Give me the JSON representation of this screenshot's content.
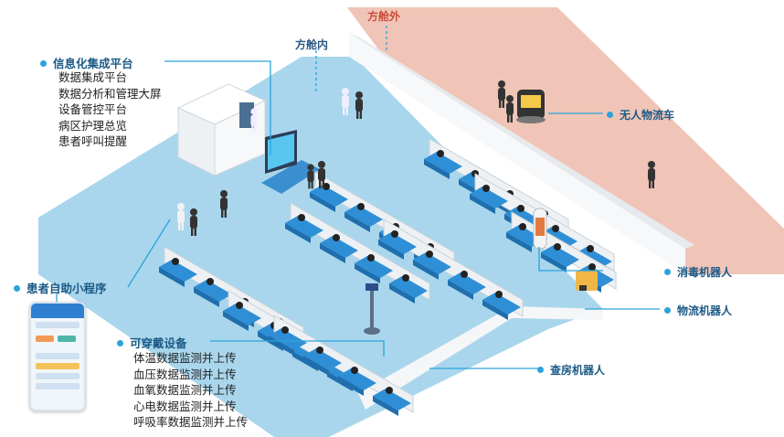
{
  "zones": {
    "outside": "方舱外",
    "inside": "方舱内"
  },
  "callouts": {
    "info_platform": {
      "title": "信息化集成平台",
      "items": [
        "数据集成平台",
        "数据分析和管理大屏",
        "设备管控平台",
        "病区护理总览",
        "患者呼叫提醒"
      ]
    },
    "mini_program": {
      "title": "患者自助小程序"
    },
    "wearables": {
      "title": "可穿戴设备",
      "items": [
        "体温数据监测并上传",
        "血压数据监测并上传",
        "血氧数据监测并上传",
        "心电数据监测并上传",
        "呼吸率数据监测并上传"
      ]
    },
    "delivery_vehicle": {
      "title": "无人物流车"
    },
    "disinfection_robot": {
      "title": "消毒机器人"
    },
    "logistics_robot": {
      "title": "物流机器人"
    },
    "ward_round_robot": {
      "title": "查房机器人"
    }
  },
  "colors": {
    "accent": "#2aa3dc",
    "callout_text": "#1b5a86",
    "floor": "#a9d6ec",
    "outside_floor": "#f0c5b7",
    "wall": "#f2f4f6",
    "bed": "#2f8fd6"
  }
}
